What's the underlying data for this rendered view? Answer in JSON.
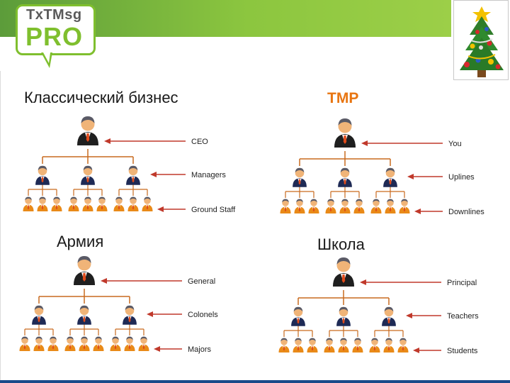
{
  "logo": {
    "top_text": "TxTMsg",
    "bottom_text": "PRO"
  },
  "colors": {
    "header_green": "#8cc63f",
    "logo_green": "#7fbf2e",
    "tmp_title": "#e87511",
    "connector": "#c96a1f",
    "arrow": "#c0392b",
    "boss_suit": "#1f1f1f",
    "manager_suit": "#1e2a55",
    "staff_suit": "#e98a18",
    "footer_bar": "#1a4a8a"
  },
  "panels": [
    {
      "id": "classic",
      "title": "Классический бизнес",
      "labels": [
        "CEO",
        "Managers",
        "Ground Staff"
      ]
    },
    {
      "id": "tmp",
      "title": "TMP",
      "labels": [
        "You",
        "Uplines",
        "Downlines"
      ]
    },
    {
      "id": "army",
      "title": "Армия",
      "labels": [
        "General",
        "Colonels",
        "Majors"
      ]
    },
    {
      "id": "school",
      "title": "Школа",
      "labels": [
        "Principal",
        "Teachers",
        "Students"
      ]
    }
  ]
}
